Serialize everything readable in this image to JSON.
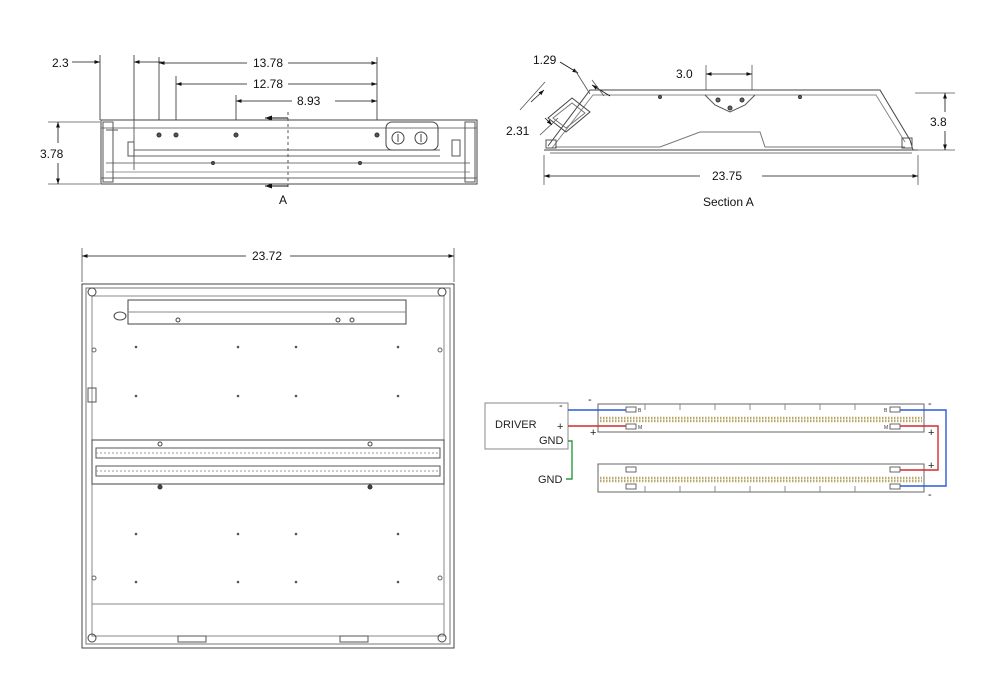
{
  "side_view": {
    "dims": {
      "overall_height": "3.78",
      "left_offset": "2.3",
      "to_jbox_far": "13.78",
      "to_jbox_mid": "12.78",
      "to_section": "8.93"
    },
    "section_marker": "A"
  },
  "section_view": {
    "title": "Section A",
    "dims": {
      "width": "23.75",
      "height": "3.8",
      "driver_top": "1.29",
      "driver_side": "2.31",
      "bracket": "3.0"
    }
  },
  "plan_view": {
    "dims": {
      "width": "23.72"
    }
  },
  "wiring": {
    "driver_label": "DRIVER",
    "gnd_label_driver": "GND",
    "gnd_label_ground": "GND",
    "minus_sign": "-",
    "plus_sign": "+",
    "colors": {
      "negative": "#2a5bd7",
      "positive": "#d42a2a",
      "ground": "#2e9a3e"
    },
    "strip_pad_labels": [
      "B",
      "M",
      "M",
      "B"
    ]
  }
}
